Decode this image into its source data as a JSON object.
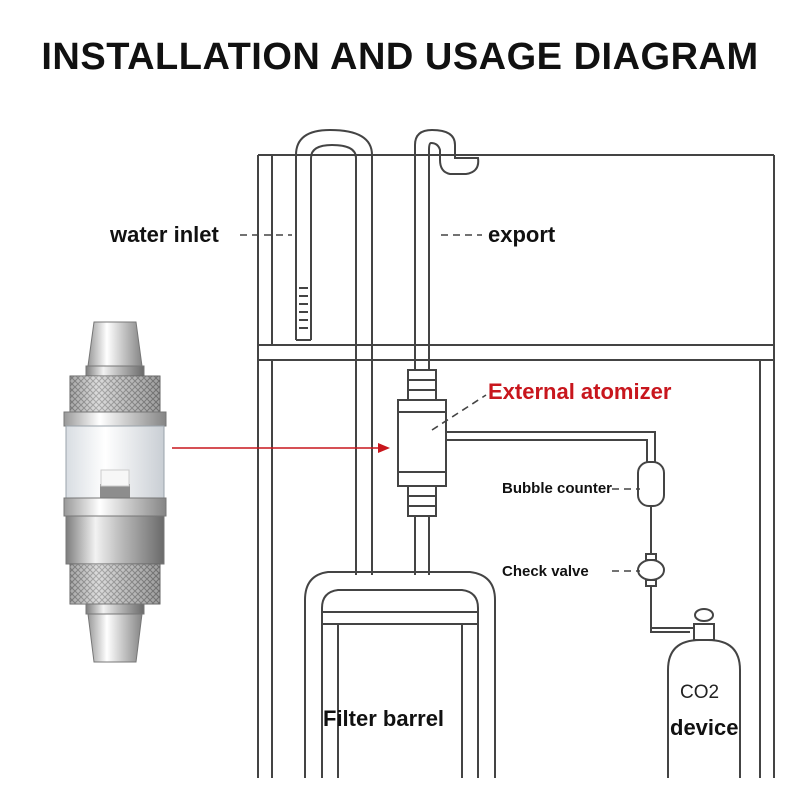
{
  "title": "INSTALLATION AND USAGE DIAGRAM",
  "labels": {
    "water_inlet": "water inlet",
    "export": "export",
    "external_atomizer": "External atomizer",
    "bubble_counter": "Bubble counter",
    "check_valve": "Check valve",
    "filter_barrel": "Filter barrel",
    "co2": "CO2",
    "device": "device"
  },
  "colors": {
    "line_art": "#444444",
    "highlight": "#c8161d",
    "metal": "#b8b8b8"
  }
}
